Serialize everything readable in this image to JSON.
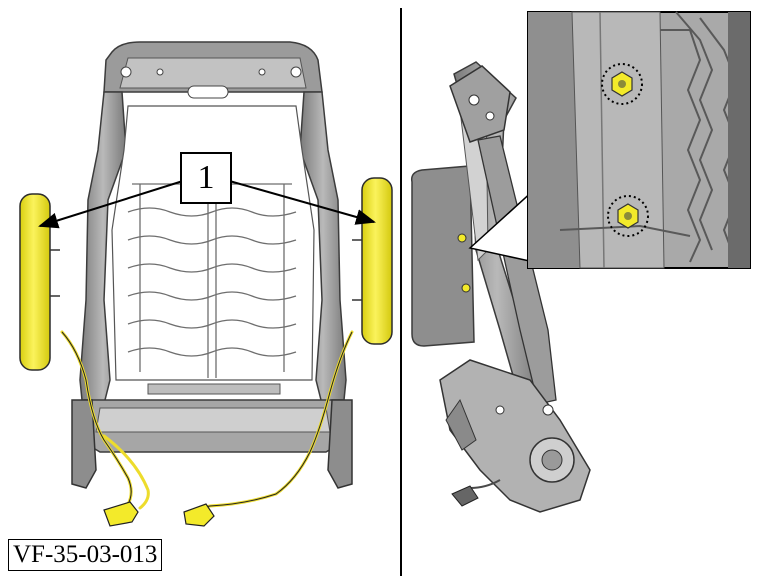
{
  "figure": {
    "reference_code": "VF-35-03-013",
    "callouts": [
      {
        "number": "1",
        "target": "side-airbag-modules"
      }
    ]
  },
  "colors": {
    "frame": "#8a8a8a",
    "frame_dark": "#4a4a4a",
    "frame_light": "#c8c8c8",
    "airbag": "#f3ea2a",
    "harness": "#f0e13a",
    "outline": "#000000",
    "divider": "#000000"
  },
  "icons": {
    "arrow": "arrow-icon",
    "nut": "nut-icon"
  }
}
